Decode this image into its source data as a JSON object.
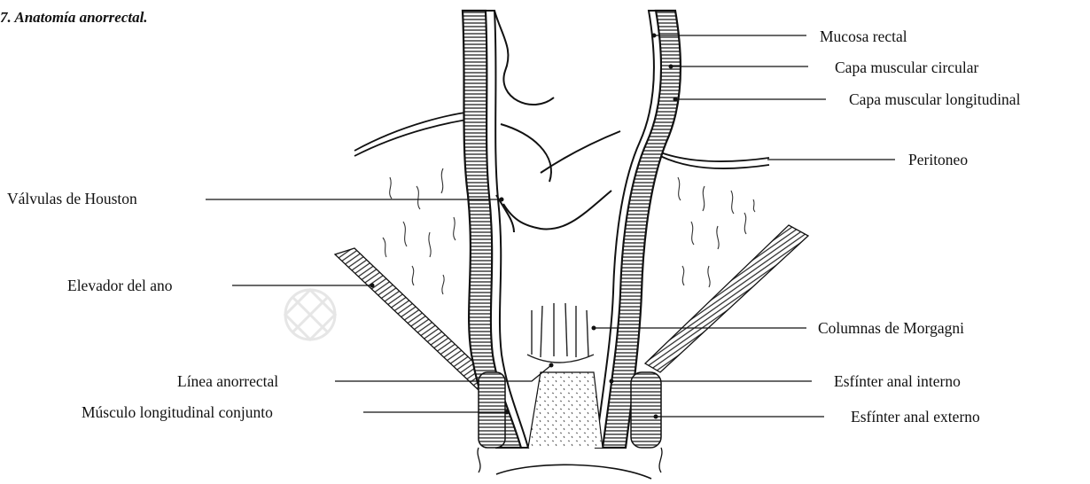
{
  "figure": {
    "title": "7. Anatomía anorrectal."
  },
  "labels": {
    "mucosa_rectal": "Mucosa rectal",
    "capa_circular": "Capa muscular circular",
    "capa_longitudinal": "Capa muscular longitudinal",
    "peritoneo": "Peritoneo",
    "valvulas_houston": "Válvulas de Houston",
    "elevador_ano": "Elevador del ano",
    "columnas_morgagni": "Columnas de Morgagni",
    "linea_anorrectal": "Línea anorrectal",
    "esfinter_interno": "Esfínter anal interno",
    "musculo_longitudinal": "Músculo longitudinal conjunto",
    "esfinter_externo": "Esfínter anal externo"
  },
  "colors": {
    "ink": "#111111",
    "watermark": "#e6e6e6"
  }
}
